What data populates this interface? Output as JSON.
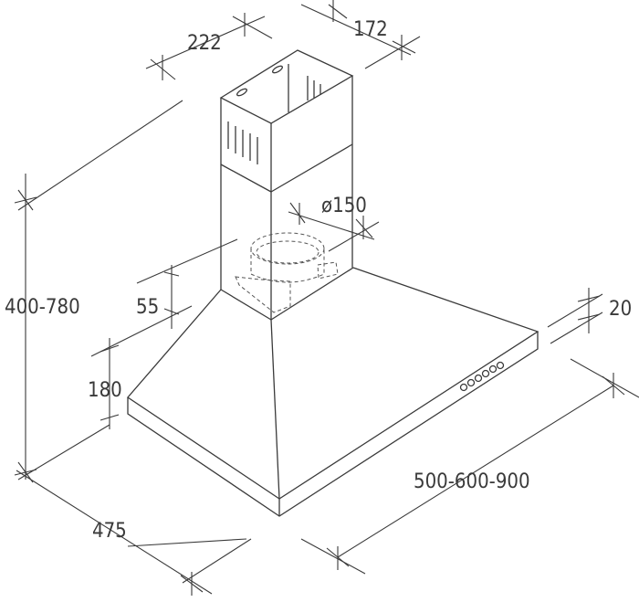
{
  "title": "Cooker hood dimensional drawing",
  "dimensions": {
    "chimney_width": "222",
    "chimney_depth": "172",
    "duct_diameter": "ø150",
    "total_height": "400-780",
    "hood_offset": "55",
    "hood_height": "180",
    "hood_depth": "475",
    "hood_width": "500-600-900",
    "panel_thickness": "20"
  },
  "colors": {
    "line": "#3a3a3a",
    "background": "#ffffff"
  }
}
